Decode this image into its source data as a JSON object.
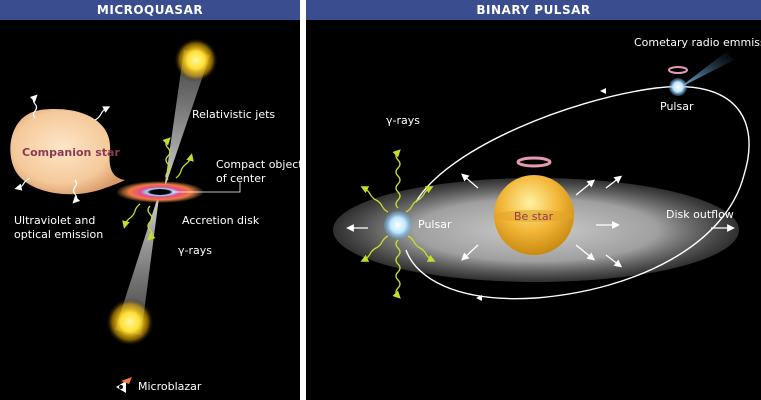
{
  "microquasar": {
    "header": "MICROQUASAR",
    "labels": {
      "companion_star": "Companion star",
      "relativistic_jets": "Relativistic jets",
      "compact_object_line1": "Compact object",
      "compact_object_line2": "of center",
      "accretion_disk": "Accretion disk",
      "uv_line1": "Ultraviolet and",
      "uv_line2": "optical emission",
      "gamma_rays": "γ-rays",
      "microblazar": "Microblazar"
    }
  },
  "binary_pulsar": {
    "header": "BINARY PULSAR",
    "labels": {
      "cometary_radio_emission": "Cometary radio emmission",
      "pulsar_top": "Pulsar",
      "gamma_rays": "γ-rays",
      "pulsar_left": "Pulsar",
      "be_star": "Be star",
      "disk_outflow": "Disk outflow"
    }
  },
  "colors": {
    "header_bg": "#3a4d8f",
    "panel_bg": "#000000",
    "companion_star": "#f9d9b3",
    "be_star": "#f2b638",
    "jet_glow": "#ffe033",
    "gamma_wave": "#c8dc2a",
    "pulsar": "#bfe6ff"
  }
}
